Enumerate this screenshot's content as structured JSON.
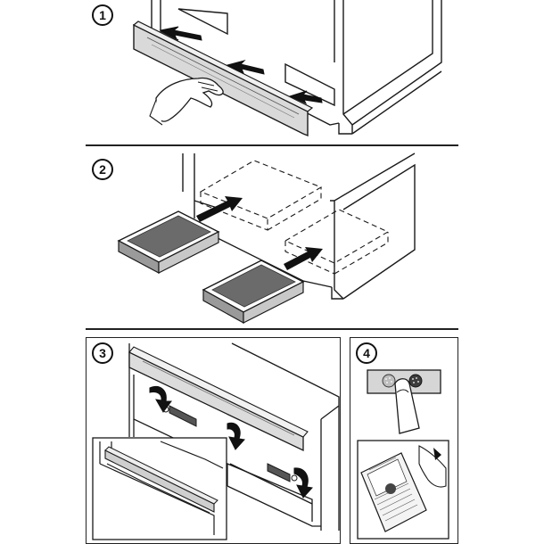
{
  "steps": [
    {
      "number": "1"
    },
    {
      "number": "2"
    },
    {
      "number": "3"
    },
    {
      "number": "4"
    }
  ],
  "colors": {
    "line": "#1a1a1a",
    "panel": "#e6e6e6",
    "panel_dark": "#9a9a9a",
    "filter_mesh": "#6b6b6b",
    "arrow": "#111111"
  }
}
